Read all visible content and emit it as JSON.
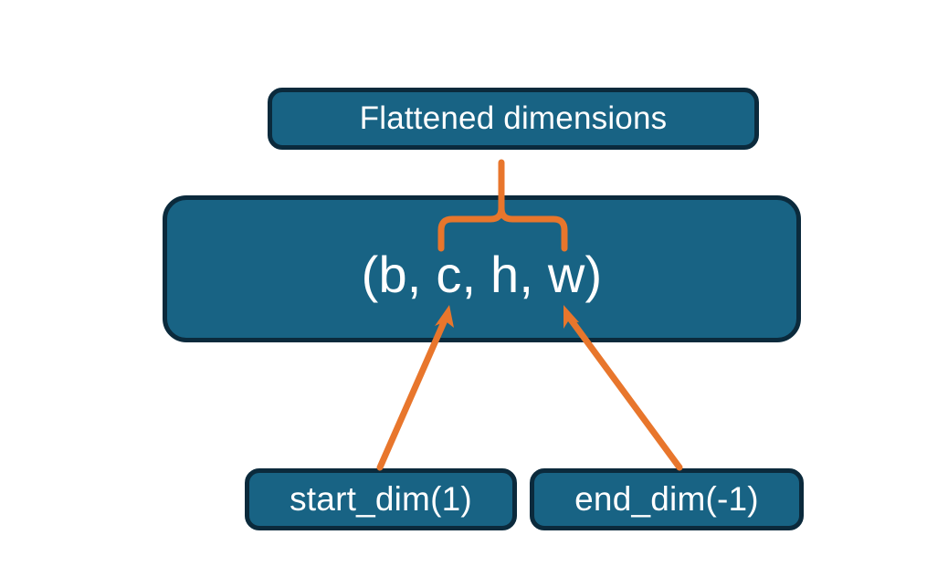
{
  "diagram": {
    "title": "Flatten dimensions diagram",
    "background_color": "#ffffff",
    "node_fill_color": "#186384",
    "node_border_color": "#0b2a3c",
    "node_text_color": "#ffffff",
    "accent_color": "#E8762C",
    "nodes": {
      "flattened": {
        "label": "Flattened dimensions"
      },
      "tuple": {
        "label": "(b, c, h, w)"
      },
      "start_dim": {
        "label": "start_dim(1)"
      },
      "end_dim": {
        "label": "end_dim(-1)"
      }
    },
    "connectors": {
      "brace": {
        "name": "curly-brace-over-c-h-w",
        "from": "tuple",
        "to": "flattened"
      },
      "start_arrow": {
        "name": "arrow-start-dim-to-c",
        "from": "start_dim",
        "to": "tuple"
      },
      "end_arrow": {
        "name": "arrow-end-dim-to-w",
        "from": "end_dim",
        "to": "tuple"
      }
    }
  }
}
